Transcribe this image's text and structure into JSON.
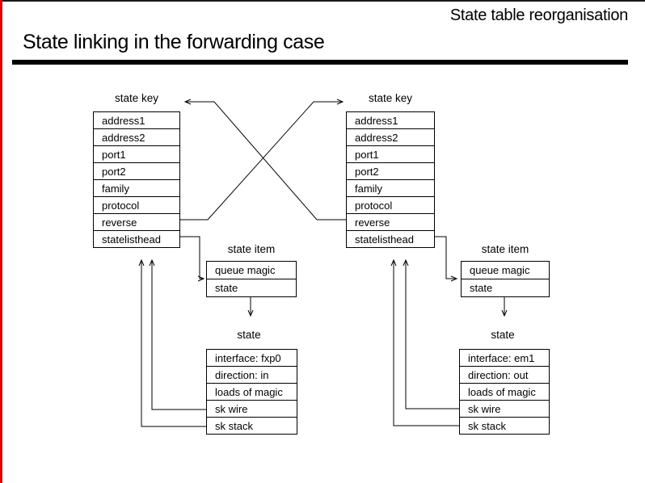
{
  "slide": {
    "corner_title": "State table reorganisation",
    "heading": "State linking in the forwarding case",
    "accent_color": "#e60000",
    "rule_color": "#000000",
    "line_color": "#000000"
  },
  "diagram": {
    "left": {
      "state_key": {
        "label": "state key",
        "rows": [
          "address1",
          "address2",
          "port1",
          "port2",
          "family",
          "protocol",
          "reverse",
          "statelisthead"
        ]
      },
      "state_item": {
        "label": "state item",
        "rows": [
          "queue magic",
          "state"
        ]
      },
      "state": {
        "label": "state",
        "rows": [
          "interface: fxp0",
          "direction: in",
          "loads of magic",
          "sk wire",
          "sk stack"
        ]
      }
    },
    "right": {
      "state_key": {
        "label": "state key",
        "rows": [
          "address1",
          "address2",
          "port1",
          "port2",
          "family",
          "protocol",
          "reverse",
          "statelisthead"
        ]
      },
      "state_item": {
        "label": "state item",
        "rows": [
          "queue magic",
          "state"
        ]
      },
      "state": {
        "label": "state",
        "rows": [
          "interface: em1",
          "direction: out",
          "loads of magic",
          "sk wire",
          "sk stack"
        ]
      }
    }
  }
}
